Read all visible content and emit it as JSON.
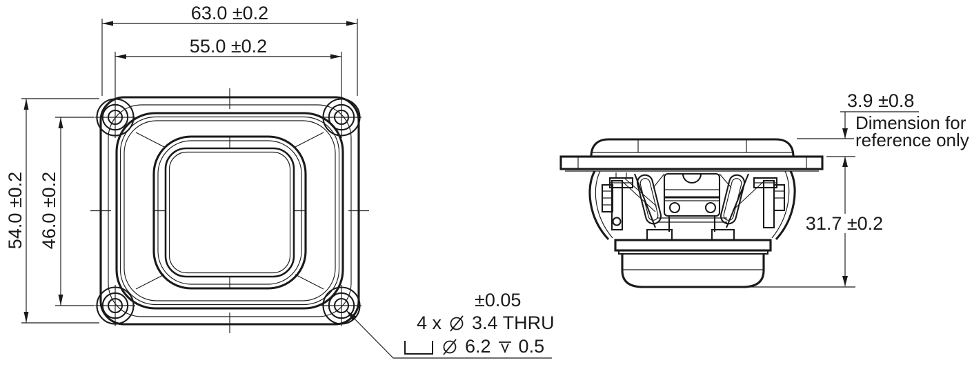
{
  "page": {
    "background": "#ffffff",
    "line_color": "#1a1a1a"
  },
  "front_view": {
    "dim_width": "63.0 ±0.2",
    "dim_hole_spacing_h": "55.0 ±0.2",
    "dim_height": "54.0 ±0.2",
    "dim_hole_spacing_v": "46.0 ±0.2"
  },
  "hole_callout": {
    "tolerance": "±0.05",
    "quantity": "4 x",
    "thru": "3.4 THRU",
    "cbore_dia": "6.2",
    "cbore_depth": "0.5"
  },
  "side_view": {
    "dim_protrusion": "3.9 ±0.8",
    "note_line1": "Dimension for",
    "note_line2": "reference only",
    "dim_height": "31.7 ±0.2"
  }
}
